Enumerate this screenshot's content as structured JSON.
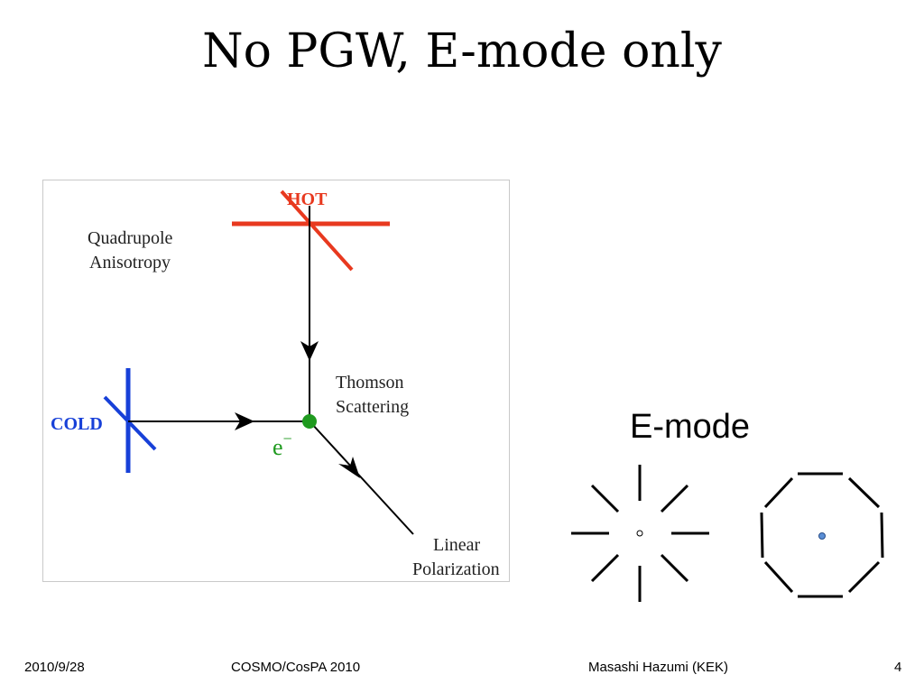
{
  "slide": {
    "title": "No PGW, E-mode only",
    "page_number": "4"
  },
  "figure": {
    "hot_label": "HOT",
    "cold_label": "COLD",
    "quadrupole_line1": "Quadrupole",
    "quadrupole_line2": "Anisotropy",
    "thomson_line1": "Thomson",
    "thomson_line2": "Scattering",
    "electron_label": "e",
    "electron_sup": "−",
    "linear_line1": "Linear",
    "linear_line2": "Polarization",
    "colors": {
      "hot": "#e8391f",
      "cold": "#1740d8",
      "electron": "#1f9a1f",
      "arrow": "#000000"
    }
  },
  "emode": {
    "label": "E-mode"
  },
  "footer": {
    "date": "2010/9/28",
    "conference": "COSMO/CosPA 2010",
    "author": "Masashi Hazumi (KEK)"
  }
}
